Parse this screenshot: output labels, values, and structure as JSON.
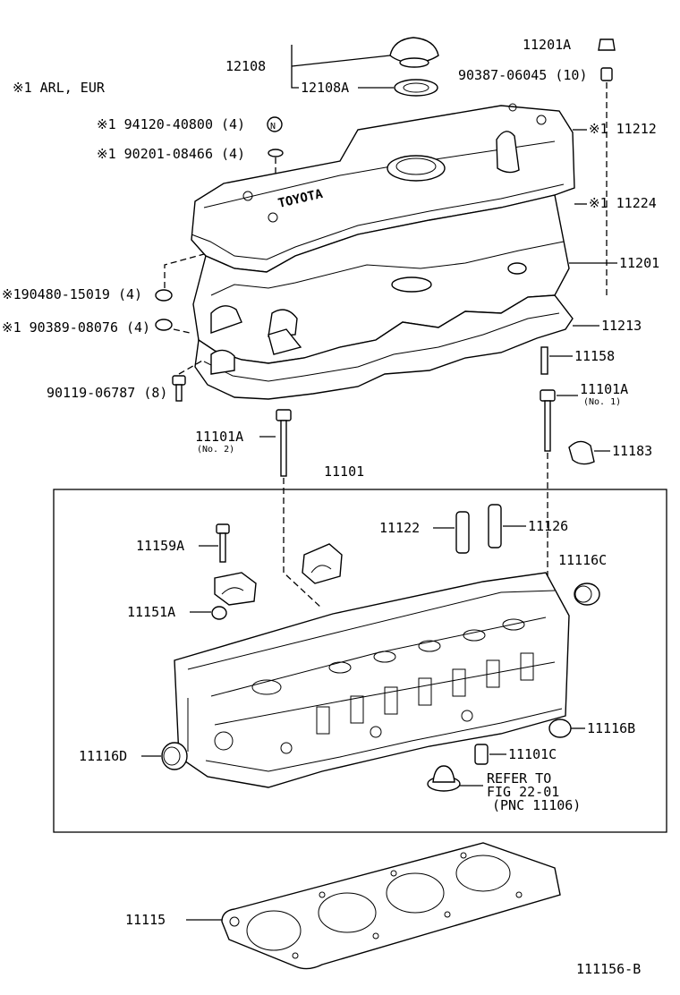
{
  "note": "※1 ARL, EUR",
  "figure_id": "111156-B",
  "cover_text": "TOYOTA",
  "labels": {
    "p12108": "12108",
    "p12108a": "12108A",
    "p11201a": "11201A",
    "p90387": "90387-06045 (10)",
    "p94120": "※1 94120-40800 (4)",
    "p90201": "※1 90201-08466 (4)",
    "p11212": "※1 11212",
    "p11224": "※1 11224",
    "p11201": "11201",
    "p90480": "※190480-15019 (4)",
    "p90389": "※1 90389-08076 (4)",
    "p11213": "11213",
    "p11158": "11158",
    "p90119": "90119-06787 (8)",
    "p11101a_r": "11101A",
    "p11101a_r_sub": "(No. 1)",
    "p11101a_l": "11101A",
    "p11101a_l_sub": "(No. 2)",
    "p11183": "11183",
    "p11101": "11101",
    "p11122": "11122",
    "p11126": "11126",
    "p11159a": "11159A",
    "p11116c": "11116C",
    "p11151a": "11151A",
    "p11116b": "11116B",
    "p11116d": "11116D",
    "p11101c": "11101C",
    "refer1": "REFER TO",
    "refer2": "FIG 22-01",
    "refer3": "(PNC 11106)",
    "p11115": "11115"
  }
}
